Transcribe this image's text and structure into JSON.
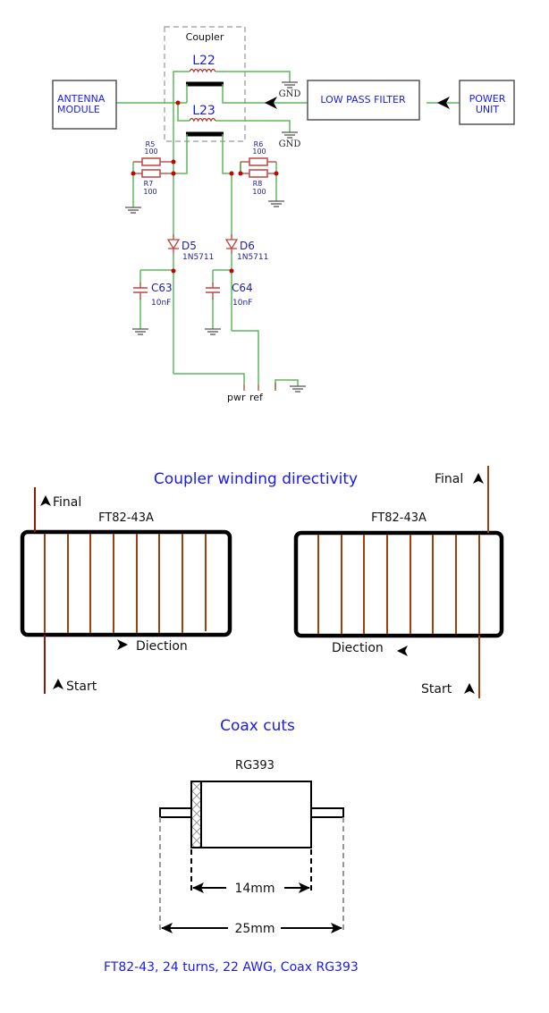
{
  "schematic": {
    "coupler_label": "Coupler",
    "inductors": [
      {
        "ref": "L22"
      },
      {
        "ref": "L23"
      }
    ],
    "blocks": {
      "antenna_module": [
        "ANTENNA",
        "MODULE"
      ],
      "low_pass_filter": "LOW PASS FILTER",
      "power_unit": [
        "POWER",
        "UNIT"
      ]
    },
    "gnd_label": "GND",
    "resistors": [
      {
        "ref": "R5",
        "value": "100"
      },
      {
        "ref": "R7",
        "value": "100"
      },
      {
        "ref": "R6",
        "value": "100"
      },
      {
        "ref": "R8",
        "value": "100"
      }
    ],
    "diodes": [
      {
        "ref": "D5",
        "part": "1N5711"
      },
      {
        "ref": "D6",
        "part": "1N5711"
      }
    ],
    "capacitors": [
      {
        "ref": "C63",
        "value": "10nF"
      },
      {
        "ref": "C64",
        "value": "10nF"
      }
    ],
    "connector_labels": {
      "pwr": "pwr",
      "ref": "ref"
    }
  },
  "winding": {
    "title": "Coupler winding directivity",
    "left": {
      "core": "FT82-43A",
      "final": "Final",
      "start": "Start",
      "direction": "Diection"
    },
    "right": {
      "core": "FT82-43A",
      "final": "Final",
      "start": "Start",
      "direction": "Diection"
    }
  },
  "coax": {
    "title": "Coax cuts",
    "cable": "RG393",
    "inner_length": "14mm",
    "total_length": "25mm"
  },
  "footer_note": "FT82-43, 24 turns, 22 AWG, Coax RG393",
  "colors": {
    "title_blue": "#1a1aee",
    "wire_green": "#5cb85c",
    "node_red": "#cc0000",
    "copper": "#a0400a"
  }
}
